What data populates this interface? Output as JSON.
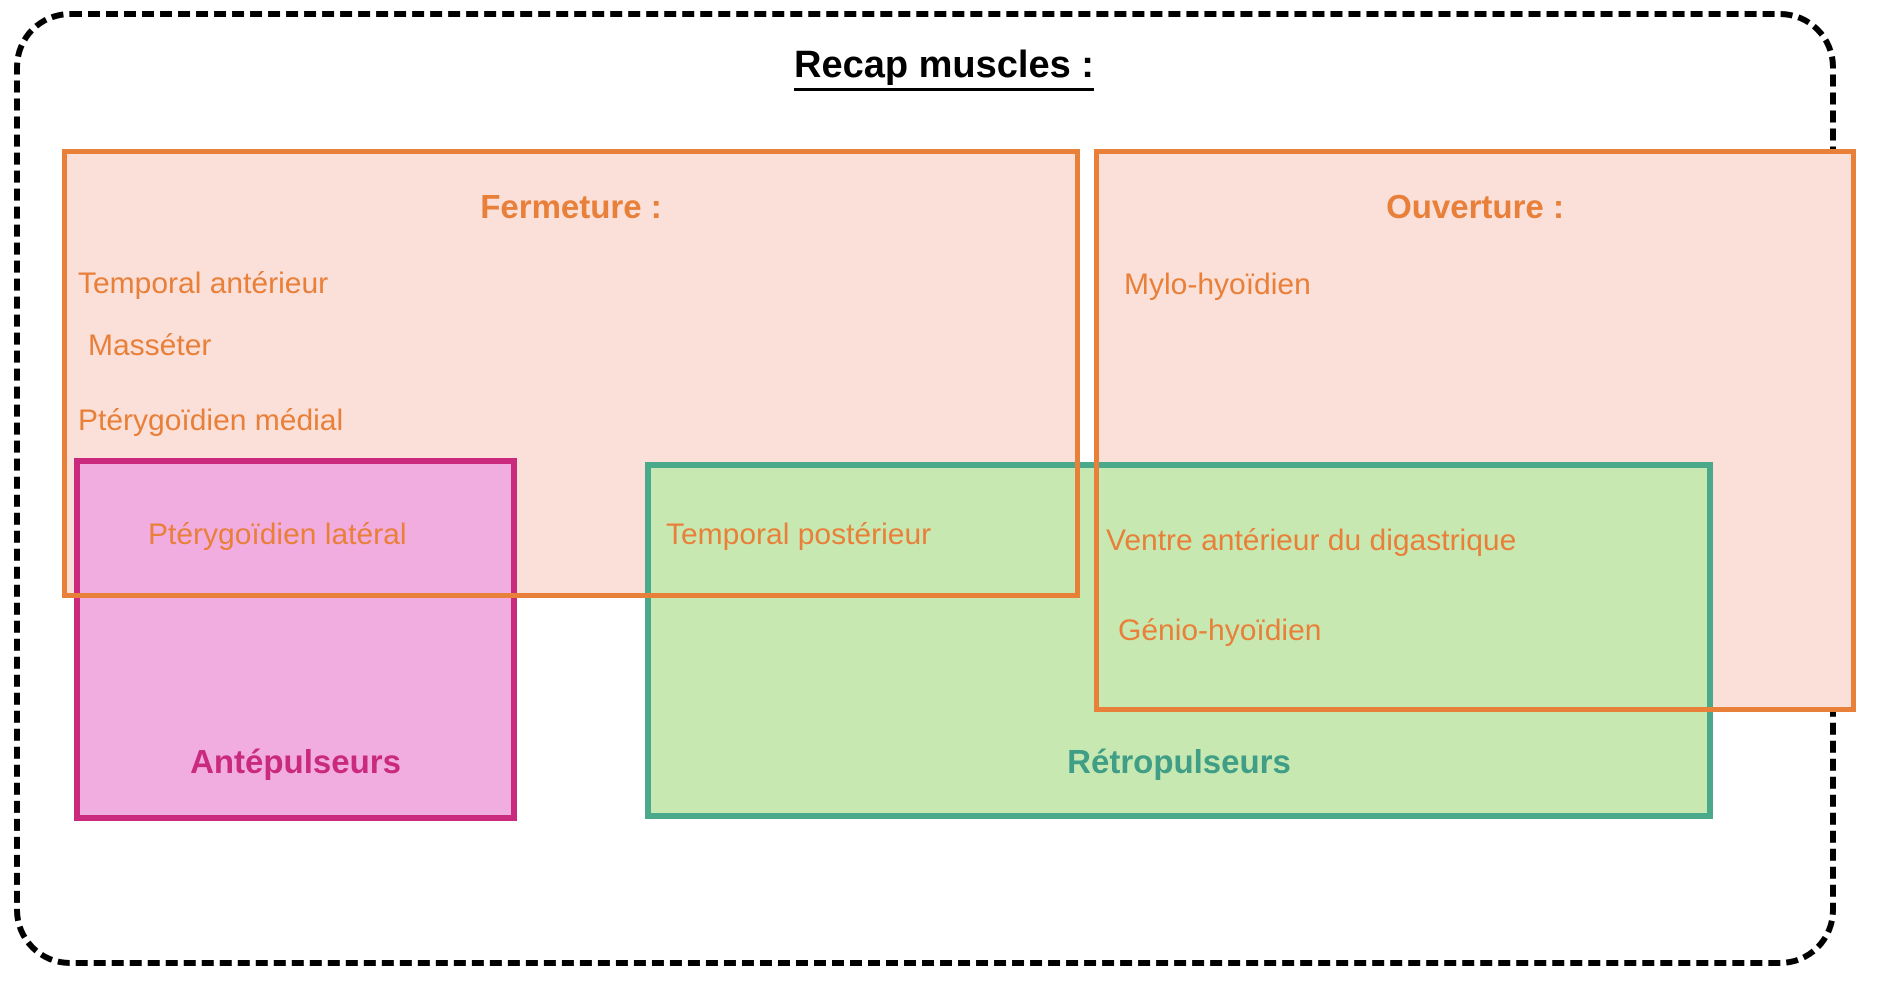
{
  "page": {
    "title": "Recap muscles :"
  },
  "colors": {
    "orange_border": "#e8803a",
    "orange_fill": "#fbdfd9",
    "pink_border": "#c92a7d",
    "pink_fill": "#f1ade0",
    "green_border": "#4aa88b",
    "green_fill": "#c8e8b2",
    "green_text": "#3f9e85",
    "frame": "#000000"
  },
  "groups": {
    "fermeture": {
      "heading": "Fermeture :",
      "muscles": [
        "Temporal antérieur",
        "Masséter",
        "Ptérygoïdien médial"
      ]
    },
    "ouverture": {
      "heading": "Ouverture :",
      "muscles": [
        "Mylo-hyoïdien"
      ]
    },
    "antepulseurs": {
      "label": "Antépulseurs",
      "muscles": [
        "Ptérygoïdien latéral"
      ]
    },
    "retropulseurs": {
      "label": "Rétropulseurs",
      "muscles": [
        "Temporal postérieur",
        "Ventre antérieur du digastrique",
        "Génio-hyoïdien"
      ]
    }
  }
}
